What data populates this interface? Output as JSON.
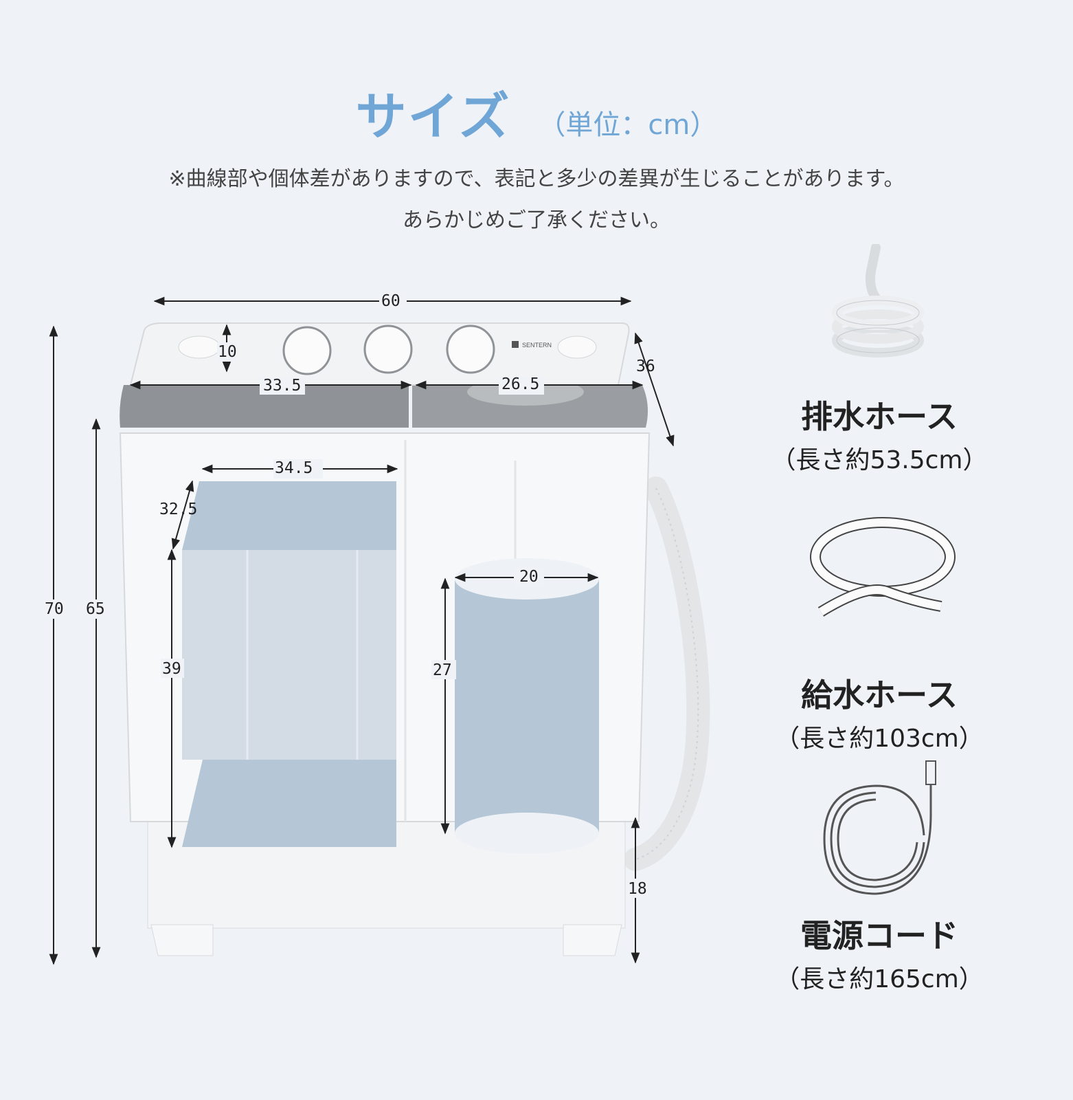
{
  "header": {
    "title": "サイズ",
    "unit": "（単位：cm）",
    "note_line1": "※曲線部や個体差がありますので、表記と多少の差異が生じることがあります。",
    "note_line2": "あらかじめご了承ください。"
  },
  "product": {
    "brand": "SENTERN",
    "dimensions": {
      "width": "60",
      "depth": "36",
      "height_total": "70",
      "height_body": "65",
      "panel": "10",
      "lid_left": "33.5",
      "lid_right": "26.5",
      "wash_tub_width": "34.5",
      "wash_tub_depth": "32.5",
      "wash_tub_height": "39",
      "spin_tub_diameter": "20",
      "spin_tub_height": "27",
      "hose_height": "18"
    }
  },
  "accessories": [
    {
      "name": "排水ホース",
      "length": "（長さ約53.5cm）",
      "icon": "drain-hose-icon"
    },
    {
      "name": "給水ホース",
      "length": "（長さ約103cm）",
      "icon": "supply-hose-icon"
    },
    {
      "name": "電源コード",
      "length": "（長さ約165cm）",
      "icon": "power-cord-icon"
    }
  ],
  "colors": {
    "accent": "#6fa6d6",
    "background": "#eff3f8",
    "tub_fill": "#b5c6d6"
  }
}
